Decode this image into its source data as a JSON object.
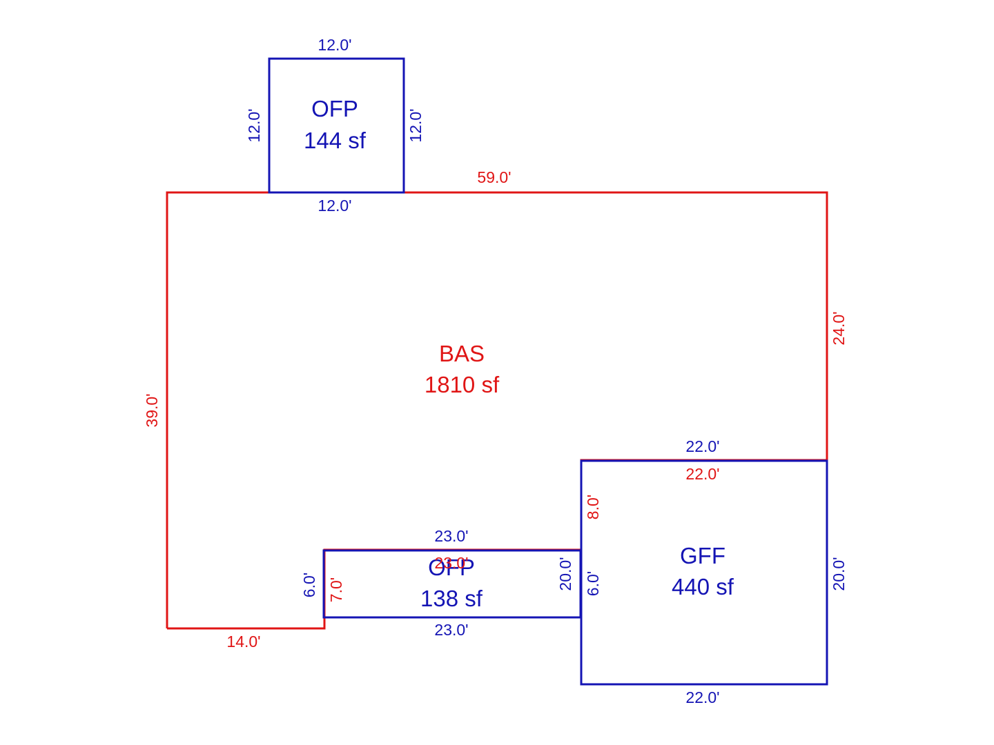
{
  "colors": {
    "bas": "#e01515",
    "addition": "#1414b4",
    "background": "#ffffff"
  },
  "areas": {
    "ofp_top": {
      "name": "OFP",
      "size": "144 sf"
    },
    "bas": {
      "name": "BAS",
      "size": "1810 sf"
    },
    "ofp_bottom": {
      "name": "OFP",
      "size": "138 sf"
    },
    "gff": {
      "name": "GFF",
      "size": "440 sf"
    }
  },
  "dimensions": {
    "ofp_top_top": "12.0'",
    "ofp_top_left": "12.0'",
    "ofp_top_right": "12.0'",
    "ofp_top_bottom": "12.0'",
    "bas_top": "59.0'",
    "bas_left": "39.0'",
    "bas_right": "24.0'",
    "bas_bottom_left": "14.0'",
    "bas_notch_vertical": "7.0'",
    "bas_notch_horizontal": "23.0'",
    "bas_gff_vertical": "8.0'",
    "bas_gff_top": "22.0'",
    "gff_top": "22.0'",
    "gff_left": "6.0'",
    "gff_right": "20.0'",
    "gff_bottom": "22.0'",
    "ofp_bottom_top": "23.0'",
    "ofp_bottom_bottom": "23.0'",
    "ofp_bottom_left": "6.0'",
    "ofp_bottom_right": "20.0'"
  }
}
